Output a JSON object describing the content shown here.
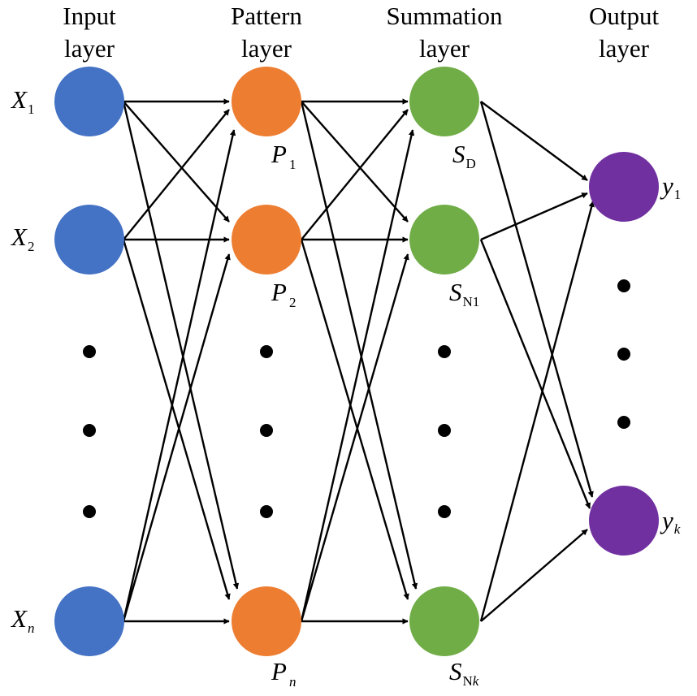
{
  "headers": {
    "input": {
      "line1": "Input",
      "line2": "layer"
    },
    "pattern": {
      "line1": "Pattern",
      "line2": "layer"
    },
    "summation": {
      "line1": "Summation",
      "line2": "layer"
    },
    "output": {
      "line1": "Output",
      "line2": "layer"
    }
  },
  "nodes": {
    "x1": {
      "base": "X",
      "sub": "1"
    },
    "x2": {
      "base": "X",
      "sub": "2"
    },
    "xn": {
      "base": "X",
      "sub": "n"
    },
    "p1": {
      "base": "P",
      "sub": "1"
    },
    "p2": {
      "base": "P",
      "sub": "2"
    },
    "pn": {
      "base": "P",
      "sub": "n"
    },
    "sd": {
      "base": "S",
      "sub": "D"
    },
    "sn1": {
      "base": "S",
      "sub": "N1"
    },
    "snk": {
      "base": "S",
      "sub": "N",
      "sub2": "k"
    },
    "y1": {
      "base": "y",
      "sub": "1"
    },
    "yk": {
      "base": "y",
      "sub": "k"
    }
  },
  "colors": {
    "input": "#4472C4",
    "pattern": "#ED7D31",
    "summation": "#70AD47",
    "output": "#7030A0"
  }
}
